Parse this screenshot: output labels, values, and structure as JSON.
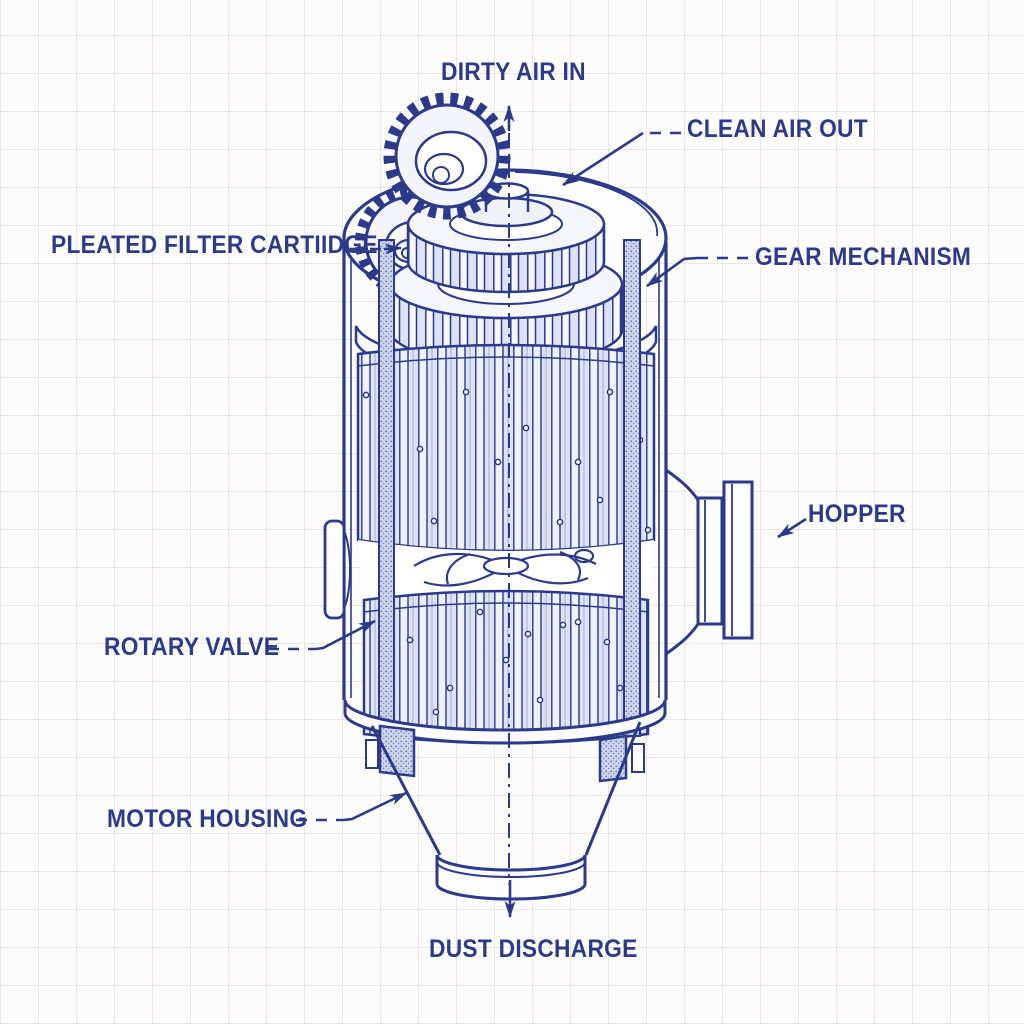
{
  "colors": {
    "ink": "#2b3a8a",
    "paper": "#fcfcfd",
    "grid_line": "#ecdadd"
  },
  "labels": {
    "dirty_air_in": "DIRTY AIR IN",
    "clean_air_out": "CLEAN AIR OUT",
    "pleated_filter_cartridge": "PLEATED FILTER CARTIIDGE",
    "gear_mechanism": "GEAR MECHANISM",
    "hopper": "HOPPER",
    "rotary_valve": "ROTARY VALVE",
    "motor_housing": "MOTOR HOUSING",
    "dust_discharge": "DUST DISCHARGE"
  }
}
